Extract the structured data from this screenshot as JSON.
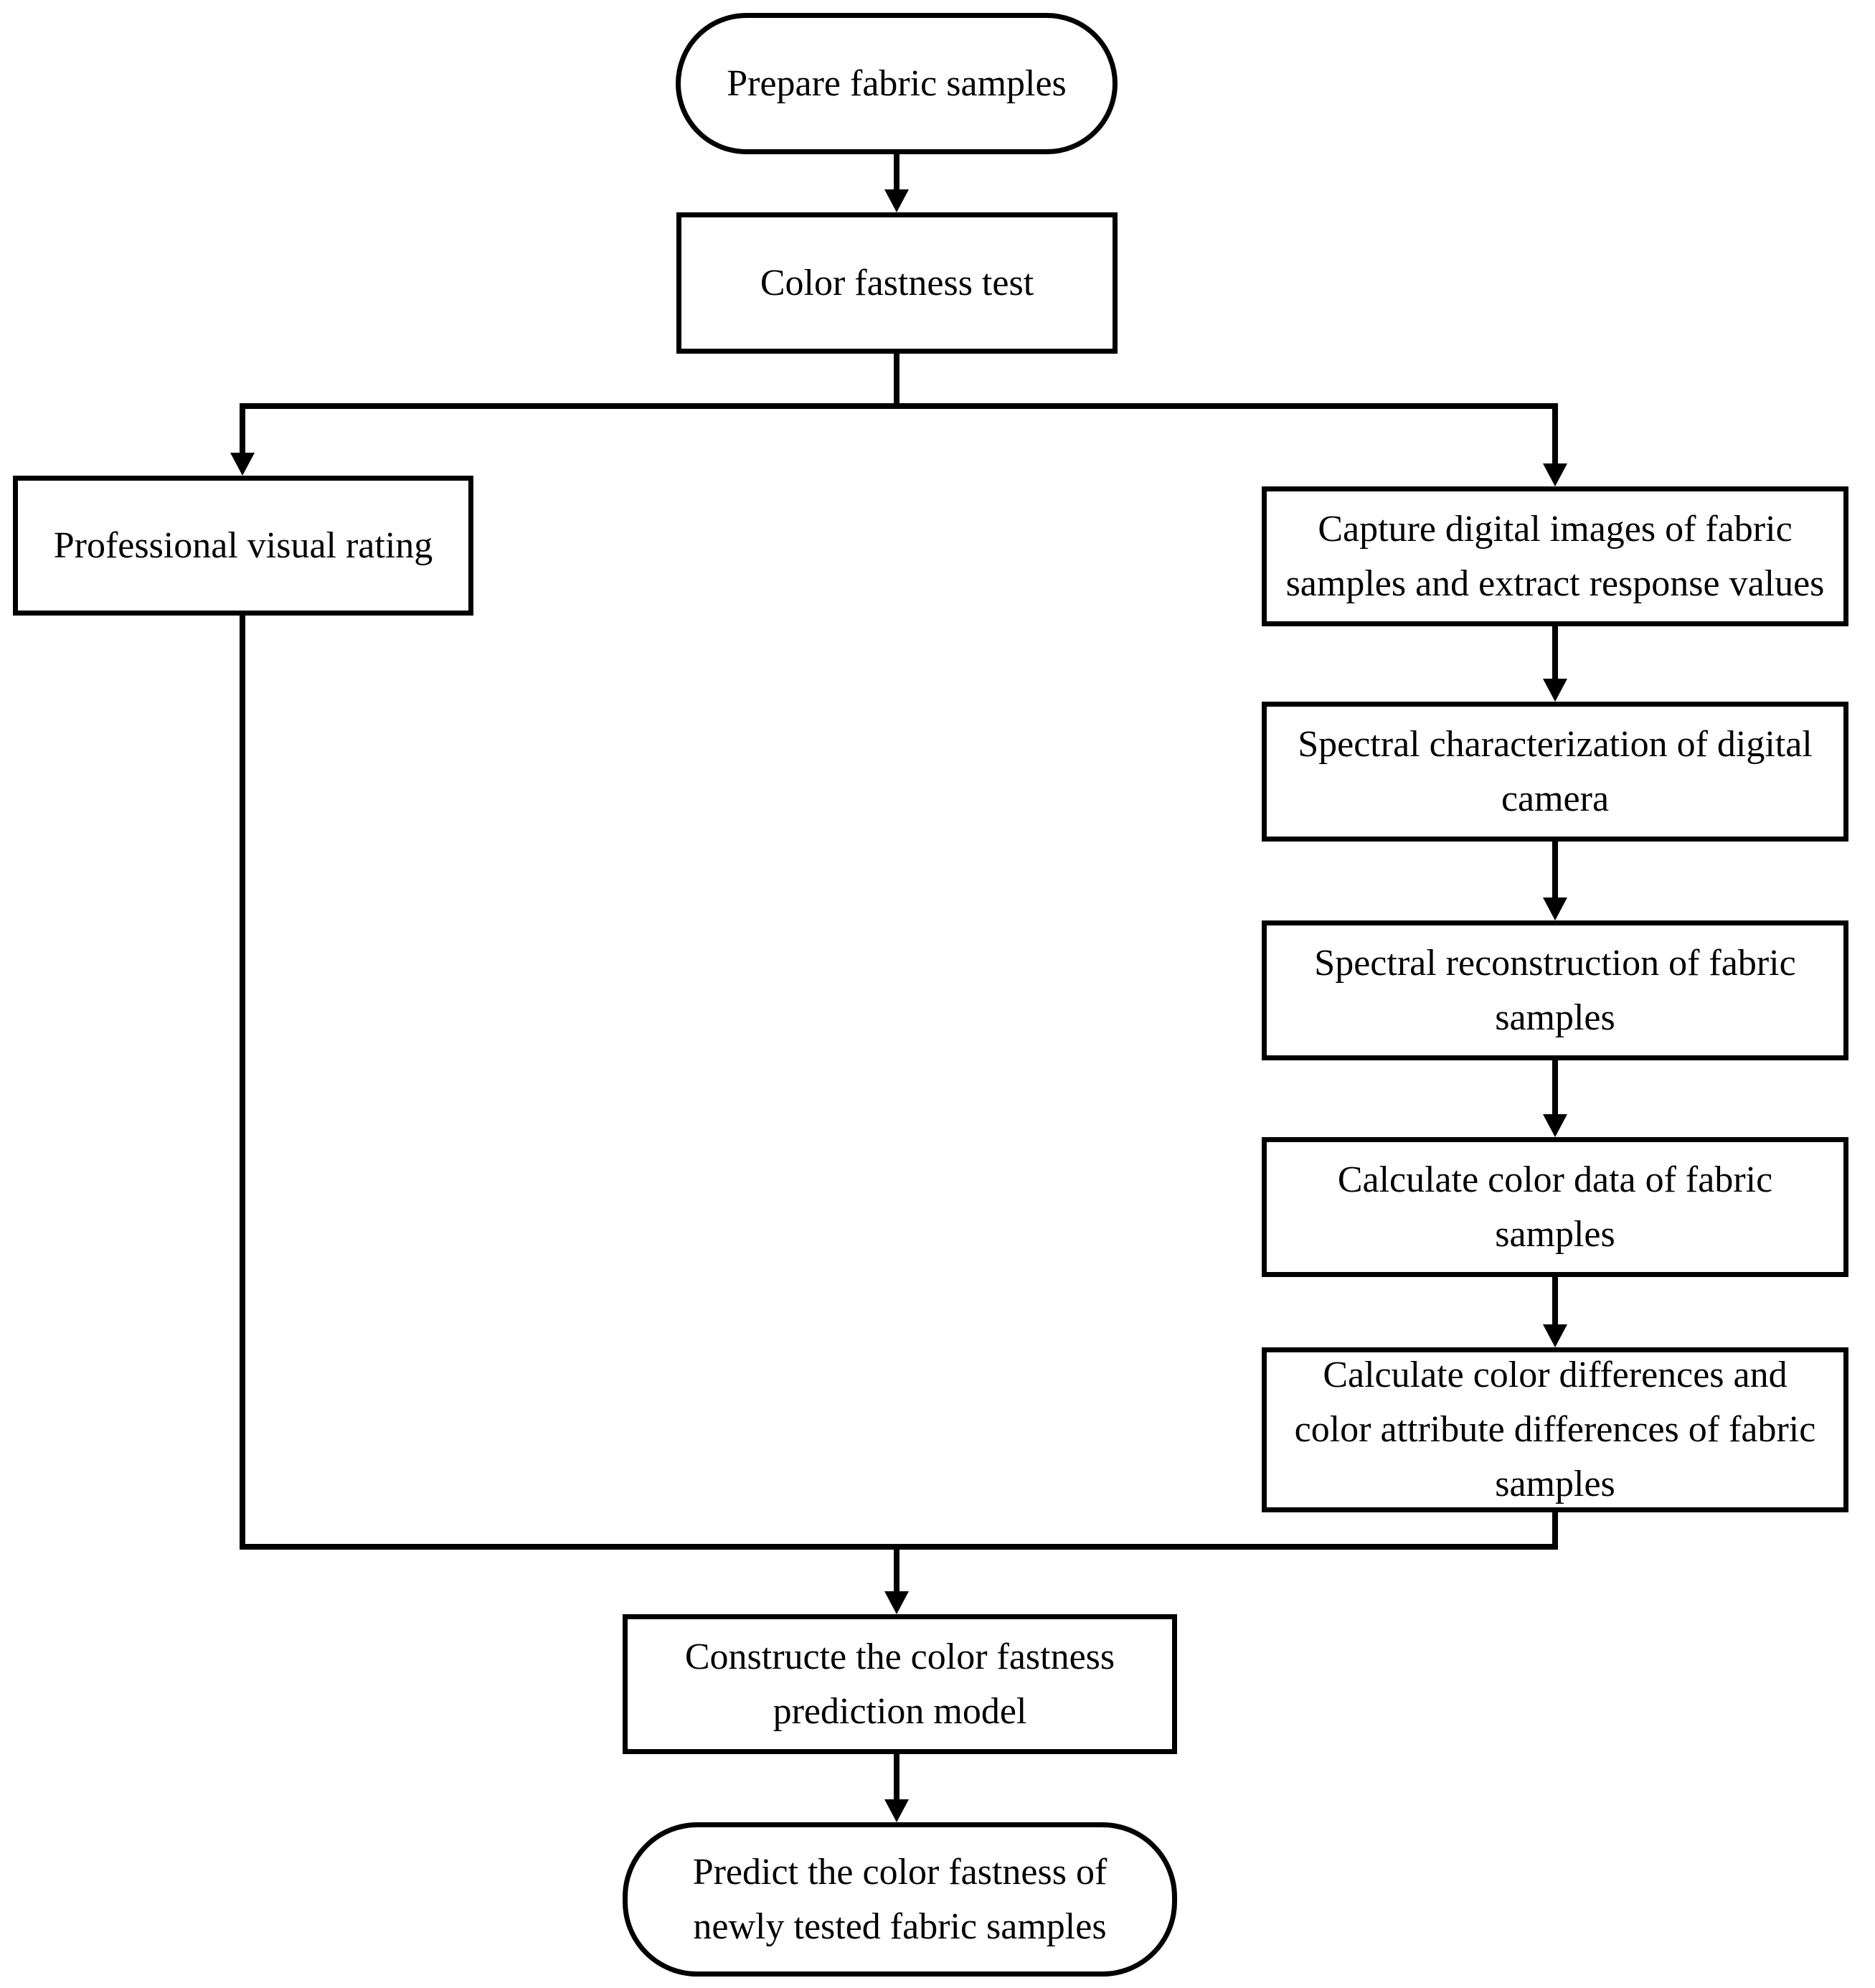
{
  "flowchart": {
    "background_color": "#ffffff",
    "line_color": "#000000",
    "node_fill_color": "#ffffff",
    "nodes": [
      {
        "id": "prepare-fabric-samples",
        "shape": "stadium",
        "label": "Prepare fabric samples"
      },
      {
        "id": "color-fastness-test",
        "shape": "rect",
        "label": "Color fastness test"
      },
      {
        "id": "professional-visual-rating",
        "shape": "rect",
        "label": "Professional visual rating"
      },
      {
        "id": "capture-digital-images",
        "shape": "rect",
        "label": "Capture digital images of fabric\nsamples and extract response values"
      },
      {
        "id": "spectral-characterization",
        "shape": "rect",
        "label": "Spectral characterization of digital\ncamera"
      },
      {
        "id": "spectral-reconstruction",
        "shape": "rect",
        "label": "Spectral reconstruction of fabric\nsamples"
      },
      {
        "id": "calculate-color-data",
        "shape": "rect",
        "label": "Calculate color data of fabric\nsamples"
      },
      {
        "id": "calculate-color-differences",
        "shape": "rect",
        "label": "Calculate  color differences and\ncolor attribute differences of fabric\nsamples"
      },
      {
        "id": "construct-prediction-model",
        "shape": "rect",
        "label": "Constructe the color fastness\nprediction model"
      },
      {
        "id": "predict-color-fastness",
        "shape": "stadium",
        "label": "Predict the color fastness of\nnewly tested fabric samples"
      }
    ],
    "edges": [
      {
        "from": "prepare-fabric-samples",
        "to": "color-fastness-test"
      },
      {
        "from": "color-fastness-test",
        "to": "professional-visual-rating"
      },
      {
        "from": "color-fastness-test",
        "to": "capture-digital-images"
      },
      {
        "from": "capture-digital-images",
        "to": "spectral-characterization"
      },
      {
        "from": "spectral-characterization",
        "to": "spectral-reconstruction"
      },
      {
        "from": "spectral-reconstruction",
        "to": "calculate-color-data"
      },
      {
        "from": "calculate-color-data",
        "to": "calculate-color-differences"
      },
      {
        "from": "professional-visual-rating",
        "to": "construct-prediction-model"
      },
      {
        "from": "calculate-color-differences",
        "to": "construct-prediction-model"
      },
      {
        "from": "construct-prediction-model",
        "to": "predict-color-fastness"
      }
    ]
  }
}
